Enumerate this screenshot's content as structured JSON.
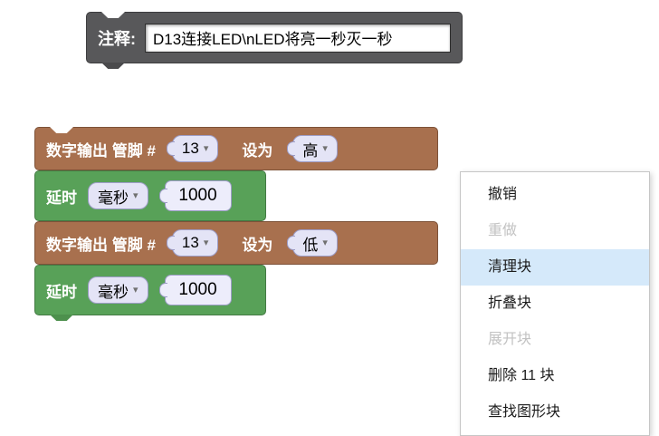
{
  "comment": {
    "label": "注释:",
    "text": "D13连接LED\\nLED将亮一秒灭一秒"
  },
  "blocks": [
    {
      "type": "digital-write",
      "label_prefix": "数字输出 管脚 #",
      "pin": "13",
      "label_set": "设为",
      "level": "高"
    },
    {
      "type": "delay",
      "label": "延时",
      "unit": "毫秒",
      "duration": "1000"
    },
    {
      "type": "digital-write",
      "label_prefix": "数字输出 管脚 #",
      "pin": "13",
      "label_set": "设为",
      "level": "低"
    },
    {
      "type": "delay",
      "label": "延时",
      "unit": "毫秒",
      "duration": "1000"
    }
  ],
  "icons": {
    "dropdown_arrow": "▾"
  },
  "colors": {
    "digital_block": "#a8704e",
    "delay_block": "#58a158",
    "comment_block": "#58585a",
    "field_bg": "#e4e4f6",
    "menu_highlight": "#d5e9fa",
    "disabled_text": "#c2c2c2"
  },
  "context_menu": {
    "items": [
      {
        "label": "撤销",
        "state": "enabled"
      },
      {
        "label": "重做",
        "state": "disabled"
      },
      {
        "label": "清理块",
        "state": "highlighted"
      },
      {
        "label": "折叠块",
        "state": "enabled"
      },
      {
        "label": "展开块",
        "state": "disabled"
      },
      {
        "label": "删除 11 块",
        "state": "enabled"
      },
      {
        "label": "查找图形块",
        "state": "enabled"
      }
    ]
  }
}
